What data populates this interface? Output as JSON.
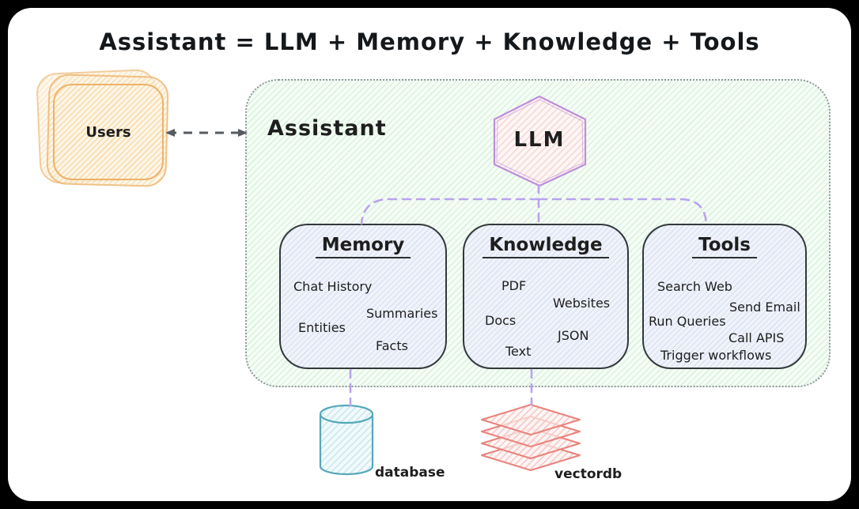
{
  "title": "Assistant = LLM + Memory + Knowledge + Tools",
  "users": {
    "label": "Users"
  },
  "connector": {
    "users_assistant": "bidirectional-dashed-arrow"
  },
  "assistant": {
    "label": "Assistant",
    "llm_label": "LLM",
    "modules": [
      {
        "name": "Memory",
        "items": [
          "Chat History",
          "Summaries",
          "Entities",
          "Facts"
        ]
      },
      {
        "name": "Knowledge",
        "items": [
          "PDF",
          "Websites",
          "Docs",
          "JSON",
          "Text"
        ]
      },
      {
        "name": "Tools",
        "items": [
          "Search Web",
          "Send Email",
          "Run Queries",
          "Call APIS",
          "Trigger workflows"
        ]
      }
    ]
  },
  "storage": [
    {
      "label": "database",
      "shape": "cylinder"
    },
    {
      "label": "vectordb",
      "shape": "layer-stack"
    }
  ],
  "colors": {
    "background": "#000000",
    "canvas": "#ffffff",
    "users_accent": "#edb269",
    "assistant_fill_accent": "#bae9c3",
    "assistant_border": "#8f979e",
    "llm_border": "#bd8fdb",
    "llm_fill_accent": "#f6d3d0",
    "module_border": "#33383c",
    "module_fill_accent": "#cdd6ee",
    "connector_purple": "#b9a3ef",
    "arrow_gray": "#565b60",
    "database_accent": "#56a8b8",
    "vectordb_accent": "#e8837c",
    "text": "#1e1e1e"
  }
}
